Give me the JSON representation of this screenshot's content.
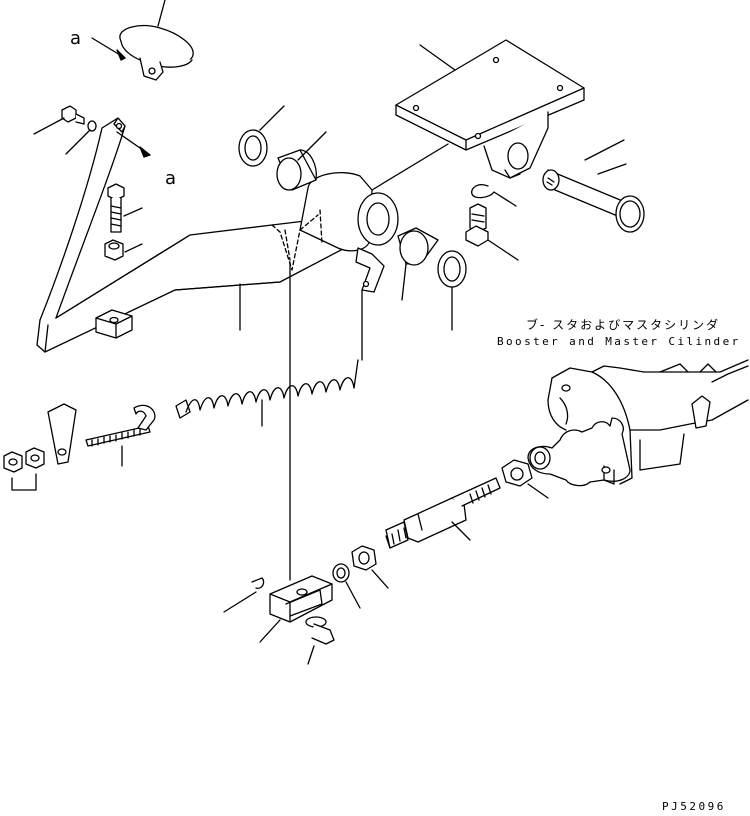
{
  "labels": {
    "view_a_top": "a",
    "view_a_mid": "a",
    "booster_jp": "ブ- スタおよびマスタシリンダ",
    "booster_en": "Booster and Master Cilinder",
    "drawing_code": "PJ52096"
  },
  "colors": {
    "line": "#000000",
    "paper": "#ffffff"
  }
}
